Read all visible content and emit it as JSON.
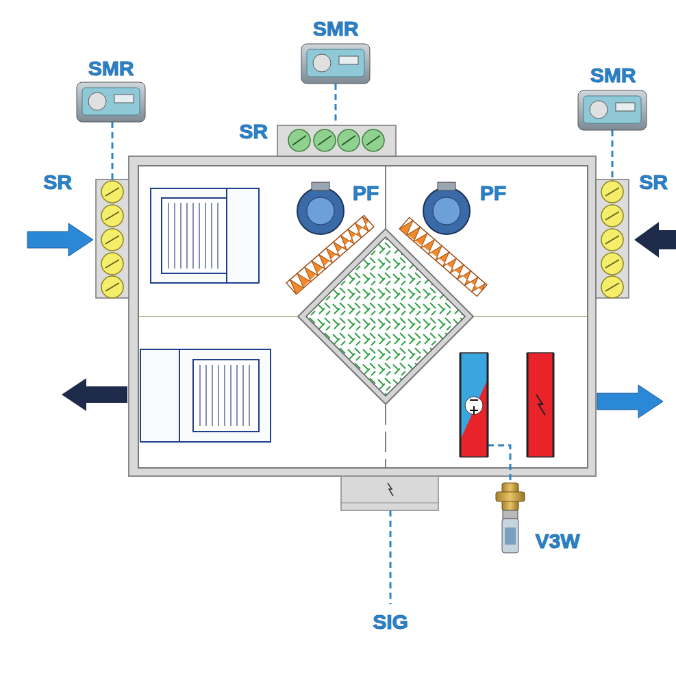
{
  "diagram": {
    "labels": [
      "SMR",
      "SMR",
      "SMR",
      "SR",
      "SR",
      "SR",
      "PF",
      "PF",
      "V3W",
      "SIG"
    ]
  }
}
